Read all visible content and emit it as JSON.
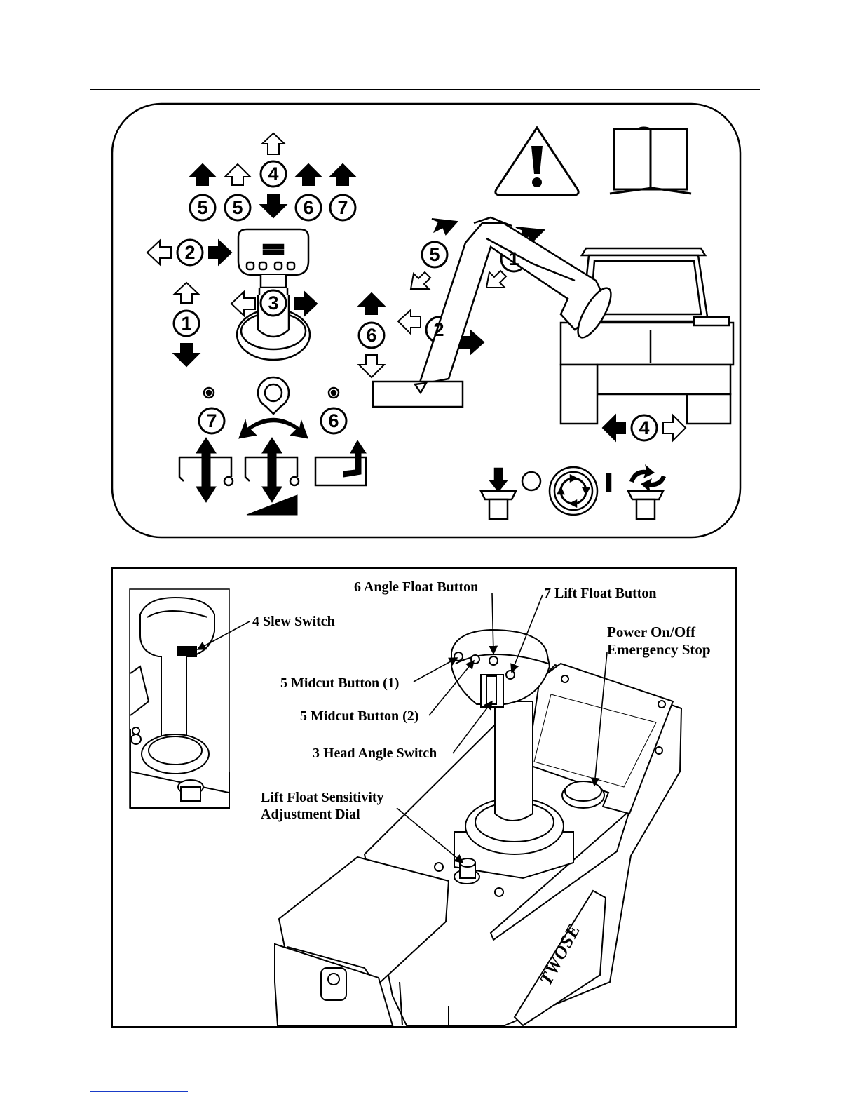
{
  "decal": {
    "circle_numbers": {
      "n4_top": "4",
      "n5a": "5",
      "n5b": "5",
      "n6_top": "6",
      "n7_top": "7",
      "n2_left": "2",
      "n1_left": "1",
      "n3": "3",
      "n7_bottom": "7",
      "n6_bottom": "6",
      "boom_n5": "5",
      "boom_n1": "1",
      "boom_n2": "2",
      "boom_n6": "6",
      "boom_n4": "4"
    },
    "power_off_symbol": "O",
    "power_on_symbol": "I",
    "icons": [
      "warning-icon",
      "manual-book-icon",
      "emergency-stop-icon",
      "joystick-icon",
      "machine-boom-icon"
    ]
  },
  "controls_photo": {
    "labels": {
      "slew_switch": "4 Slew Switch",
      "angle_float": "6 Angle Float Button",
      "lift_float": "7 Lift Float Button",
      "power_line1": "Power On/Off",
      "power_line2": "Emergency Stop",
      "midcut1": "5 Midcut Button (1)",
      "midcut2": "5 Midcut Button (2)",
      "head_angle": "3 Head Angle Switch",
      "sens_line1": "Lift Float Sensitivity",
      "sens_line2": "Adjustment Dial"
    },
    "brand": "TWOSE"
  }
}
